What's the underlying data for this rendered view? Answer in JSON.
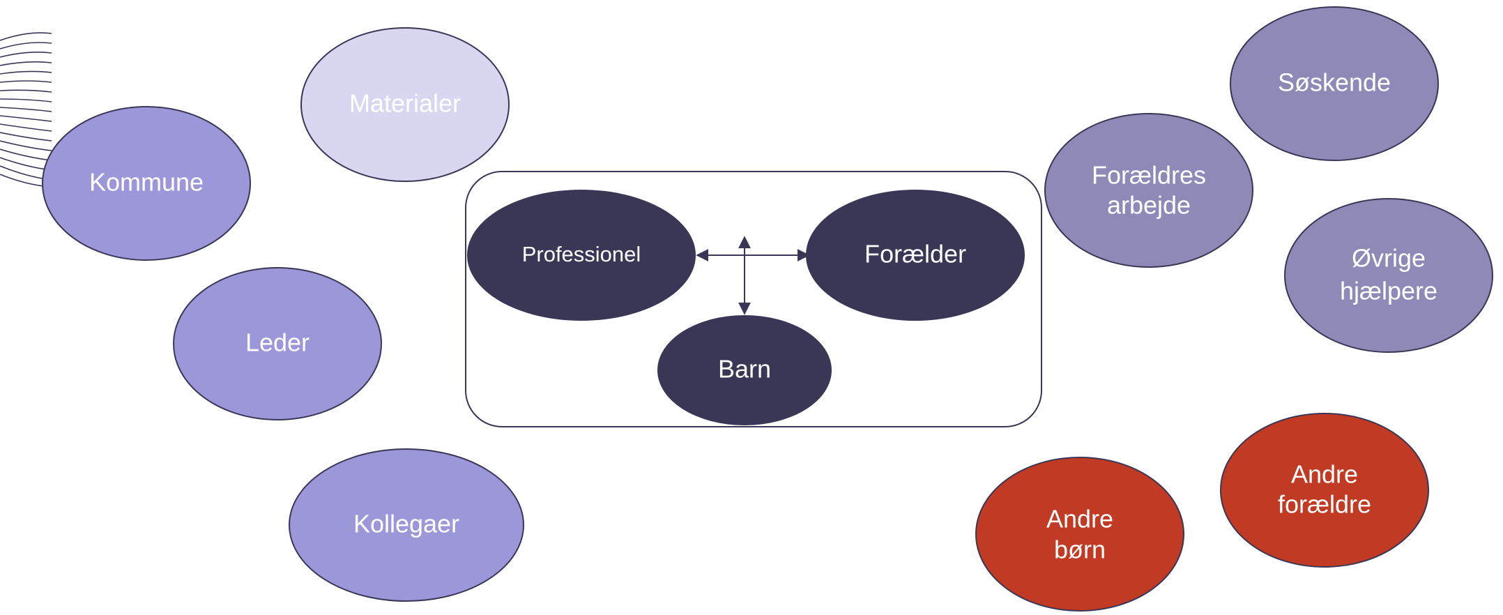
{
  "colors": {
    "dark": "#3a3656",
    "purple_light": "#9c97d8",
    "purple_pale": "#d9d6f1",
    "purple_grey": "#8e89b7",
    "red": "#c03a24",
    "white": "#ffffff"
  },
  "core": {
    "professionel": "Professionel",
    "foraelder": "Forælder",
    "barn": "Barn"
  },
  "left": {
    "materialer": "Materialer",
    "kommune": "Kommune",
    "leder": "Leder",
    "kollegaer": "Kollegaer"
  },
  "right": {
    "soskende": "Søskende",
    "foraeldres_arbejde": [
      "Forældres",
      "arbejde"
    ],
    "ovrige_hjaelpere": [
      "Øvrige",
      "hjælpere"
    ],
    "andre_foraeldre": [
      "Andre",
      "forældre"
    ],
    "andre_born": [
      "Andre",
      "børn"
    ]
  }
}
